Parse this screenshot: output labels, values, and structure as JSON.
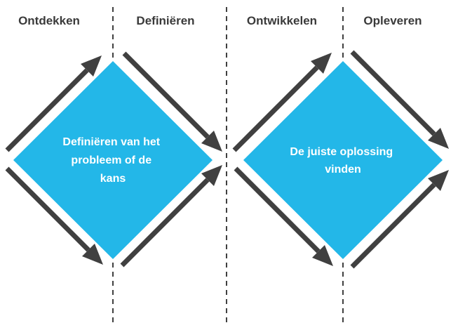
{
  "phases": [
    {
      "label": "Ontdekken"
    },
    {
      "label": "Definiëren"
    },
    {
      "label": "Ontwikkelen"
    },
    {
      "label": "Opleveren"
    }
  ],
  "diamonds": [
    {
      "lines": [
        "Definiëren van het",
        "probleem of de",
        "kans"
      ]
    },
    {
      "lines": [
        "De juiste oplossing",
        "vinden"
      ]
    }
  ],
  "colors": {
    "diamond_fill": "#23b7e8",
    "arrow": "#404040",
    "divider": "#404040",
    "label_text": "#3a3a3a",
    "diamond_text": "#ffffff"
  },
  "icons": {
    "arrow": "arrow-head-icon"
  }
}
